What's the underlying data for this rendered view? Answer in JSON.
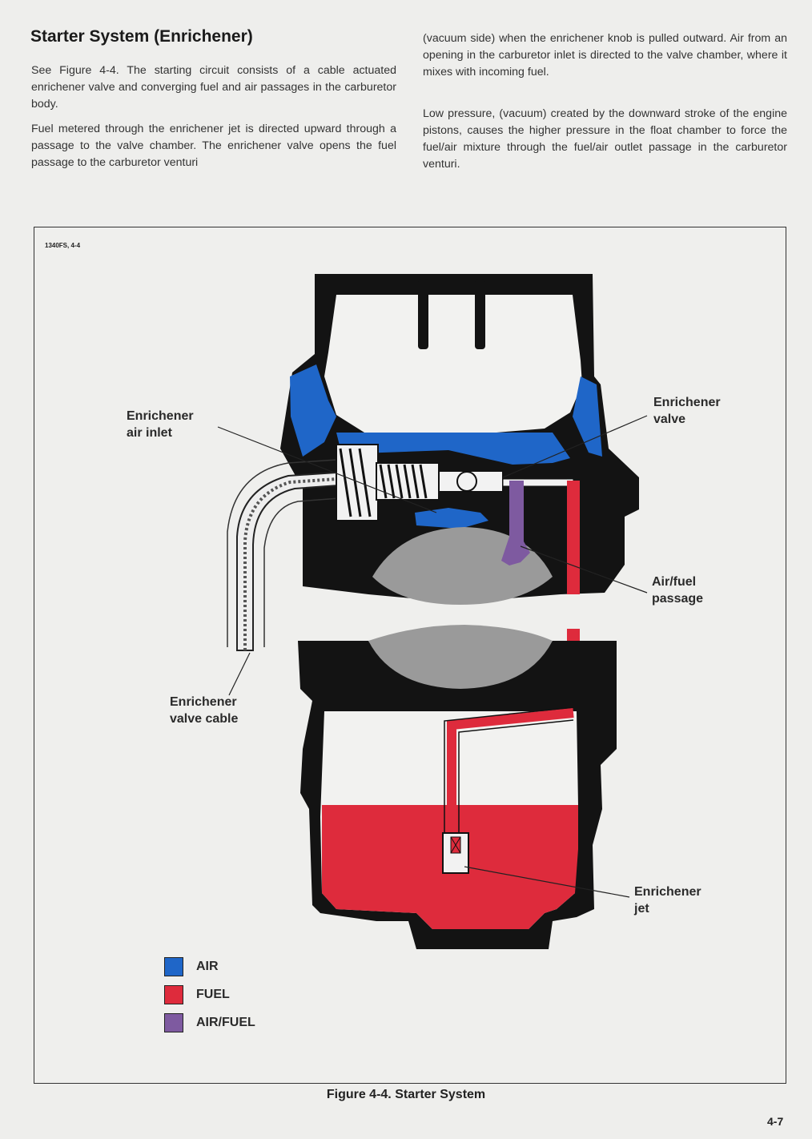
{
  "section": {
    "title": "Starter System (Enrichener)",
    "paragraphs": [
      "See Figure 4-4. The starting circuit consists of a cable actuated enrichener valve and converging fuel and air passages in the carburetor body.",
      "Fuel metered through the enrichener jet is directed upward through a passage to the valve chamber. The enrichener valve opens the fuel passage to the carburetor venturi",
      "(vacuum side) when the enrichener knob is pulled outward. Air from an opening in the carburetor inlet is directed to the valve chamber, where it mixes with incoming fuel.",
      "Low pressure, (vacuum) created by the downward stroke of the engine pistons, causes the higher pressure in the float chamber to force the fuel/air mixture through the fuel/air outlet passage in the carburetor venturi."
    ]
  },
  "figure": {
    "id": "1340FS, 4-4",
    "caption": "Figure 4-4. Starter System",
    "callouts": {
      "air_inlet": [
        "Enrichener",
        "air inlet"
      ],
      "valve": [
        "Enrichener",
        "valve"
      ],
      "airfuel_passage": [
        "Air/fuel",
        "passage"
      ],
      "valve_cable": [
        "Enrichener",
        "valve cable"
      ],
      "jet": [
        "Enrichener",
        "jet"
      ]
    },
    "legend": [
      {
        "label": "AIR",
        "color": "#1f66c8"
      },
      {
        "label": "FUEL",
        "color": "#de2b3c"
      },
      {
        "label": "AIR/FUEL",
        "color": "#7e5aa0"
      }
    ],
    "colors": {
      "body": "#131313",
      "venturi": "#9a9a9a",
      "fuel": "#de2b3c",
      "air": "#1f66c8",
      "airfuel": "#7e5aa0"
    }
  },
  "page_number": "4-7"
}
